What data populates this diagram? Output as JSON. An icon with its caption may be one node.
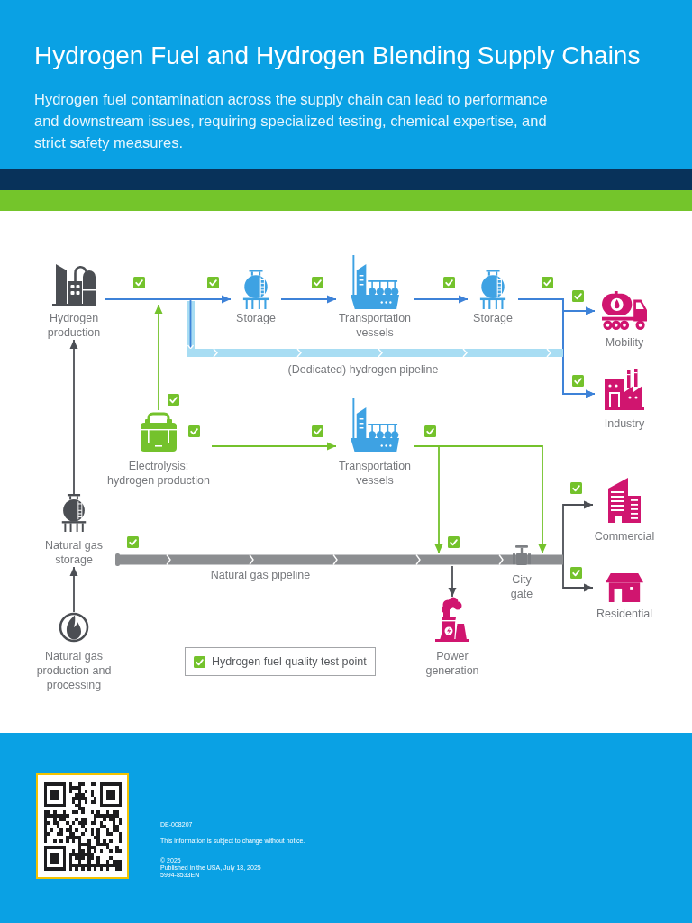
{
  "diagram": {
    "title": "Hydrogen Fuel and Hydrogen Blending Supply Chains",
    "nodes": [
      {
        "text": [
          "Hydrogen production"
        ]
      },
      {
        "text": [
          "Storage"
        ]
      },
      {
        "text": [
          "Transportation vessels"
        ]
      },
      {
        "text": [
          "Storage"
        ]
      },
      {
        "text": [
          "Mobility"
        ]
      },
      {
        "text": [
          "(Dedicated) hydrogen pipeline"
        ]
      },
      {
        "text": [
          "Industry"
        ]
      },
      {
        "text": [
          "Electrolysis: hydrogen production"
        ]
      },
      {
        "text": [
          "Transportation vessels"
        ]
      },
      {
        "text": [
          "Natural gas storage"
        ]
      },
      {
        "text": [
          "Commercial"
        ]
      },
      {
        "text": [
          "Natural gas pipeline"
        ]
      },
      {
        "text": [
          "City gate"
        ]
      },
      {
        "text": [
          "Residential"
        ]
      },
      {
        "text": [
          "Natural gas production and processing"
        ]
      },
      {
        "text": [
          "Power generation"
        ]
      }
    ],
    "edges": [
      {
        "from": 0,
        "to": 1,
        "arrow": "to"
      },
      {
        "from": 1,
        "to": 2,
        "arrow": "to"
      },
      {
        "from": 2,
        "to": 3,
        "arrow": "to"
      },
      {
        "from": 3,
        "to": 4,
        "arrow": "to"
      },
      {
        "from": 3,
        "to": 6,
        "arrow": "to"
      },
      {
        "from": 0,
        "to": 5,
        "arrow": "to"
      },
      {
        "from": 5,
        "to": 4,
        "arrow": "to"
      },
      {
        "from": 5,
        "to": 6,
        "arrow": "to"
      },
      {
        "from": 7,
        "to": null,
        "arrow": "to",
        "color": "#74c22c"
      },
      {
        "from": 7,
        "to": 8,
        "arrow": "to",
        "color": "#74c22c"
      },
      {
        "from": 8,
        "to": 11,
        "arrow": "to",
        "color": "#74c22c"
      },
      {
        "from": 8,
        "to": 11,
        "arrow": "to",
        "color": "#74c22c"
      },
      {
        "from": 9,
        "to": 0,
        "arrow": "to",
        "color": "#4c4f55"
      },
      {
        "from": 14,
        "to": 9,
        "arrow": "to",
        "color": "#4c4f55"
      },
      {
        "from": 11,
        "to": 15,
        "arrow": "to",
        "color": "#4c4f55"
      },
      {
        "from": 11,
        "to": 10,
        "arrow": "to",
        "color": "#4c4f55"
      },
      {
        "from": 11,
        "to": 13,
        "arrow": "to",
        "color": "#4c4f55"
      }
    ],
    "labels": [
      "Hydrogen fuel contamination across the supply chain can lead to performance and downstream issues, requiring specialized testing, chemical expertise, and strict safety measures.",
      "DE-008207",
      "This information is subject to change without notice.",
      "© 2025",
      "Published in the USA, July 18, 2025",
      "5994-8533EN"
    ],
    "legend": [
      {
        "text": "Hydrogen fuel quality test point"
      }
    ]
  }
}
